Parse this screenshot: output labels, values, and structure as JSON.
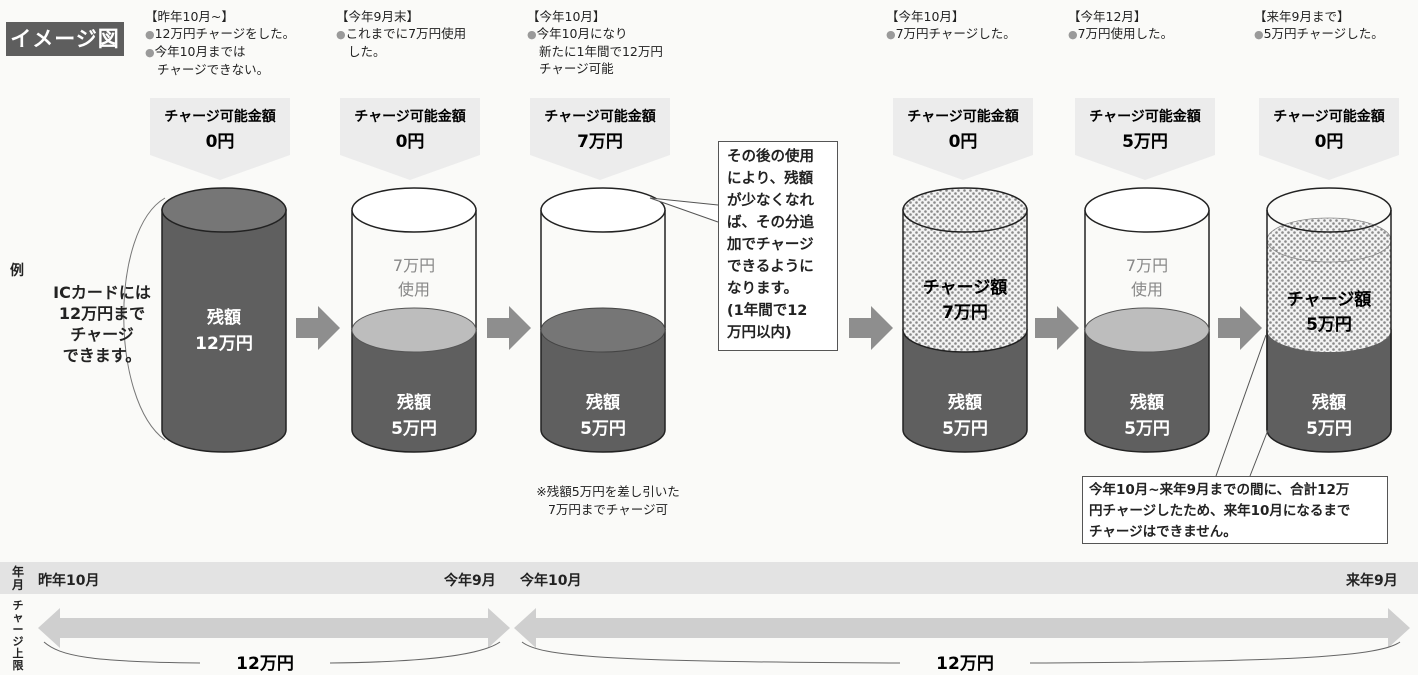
{
  "badge": "イメージ図",
  "side_label": "例",
  "ic_note": [
    "ICカードには",
    "12万円まで",
    "チャージ",
    "できます。"
  ],
  "stages": [
    {
      "title": "【昨年10月~】",
      "bullets": [
        [
          "12万円チャージをした。"
        ],
        [
          "今年10月までは",
          "チャージできない。"
        ]
      ],
      "tag_label": "チャージ可能金額",
      "tag_value": "0円",
      "fill": "full",
      "balance_label": "残額",
      "balance_value": "12万円"
    },
    {
      "title": "【今年9月末】",
      "bullets": [
        [
          "これまでに7万円使用",
          "した。"
        ]
      ],
      "tag_label": "チャージ可能金額",
      "tag_value": "0円",
      "fill": "used",
      "used_label": "7万円",
      "used_sub": "使用",
      "balance_label": "残額",
      "balance_value": "5万円"
    },
    {
      "title": "【今年10月】",
      "bullets": [
        [
          "今年10月になり",
          "新たに1年間で12万円",
          "チャージ可能"
        ]
      ],
      "tag_label": "チャージ可能金額",
      "tag_value": "7万円",
      "fill": "empty",
      "balance_label": "残額",
      "balance_value": "5万円"
    },
    {
      "title": "【今年10月】",
      "bullets": [
        [
          "7万円チャージした。"
        ]
      ],
      "tag_label": "チャージ可能金額",
      "tag_value": "0円",
      "fill": "charged",
      "charge_label": "チャージ額",
      "charge_value": "7万円",
      "balance_label": "残額",
      "balance_value": "5万円"
    },
    {
      "title": "【今年12月】",
      "bullets": [
        [
          "7万円使用した。"
        ]
      ],
      "tag_label": "チャージ可能金額",
      "tag_value": "5万円",
      "fill": "used",
      "used_label": "7万円",
      "used_sub": "使用",
      "balance_label": "残額",
      "balance_value": "5万円"
    },
    {
      "title": "【来年9月まで】",
      "bullets": [
        [
          "5万円チャージした。"
        ]
      ],
      "tag_label": "チャージ可能金額",
      "tag_value": "0円",
      "fill": "charged_partial",
      "charge_label": "チャージ額",
      "charge_value": "5万円",
      "balance_label": "残額",
      "balance_value": "5万円"
    }
  ],
  "callout_after_use": [
    "その後の使用",
    "により、残額",
    "が少なくなれ",
    "ば、その分追",
    "加でチャージ",
    "できるように",
    "なります。",
    "(1年間で12",
    "万円以内)"
  ],
  "note_stage3": [
    "※残額5万円を差し引いた",
    "7万円までチャージ可"
  ],
  "callout_final": [
    "今年10月~来年9月までの間に、合計12万",
    "円チャージしたため、来年10月になるまで",
    "チャージはできません。"
  ],
  "timeline": {
    "row_label": "年月",
    "ticks": [
      "昨年10月",
      "今年9月",
      "今年10月",
      "来年9月"
    ],
    "cap_label": "チャージ上限",
    "spans": [
      "12万円",
      "12万円"
    ]
  },
  "colors": {
    "dark": "#5f5f5f",
    "light_used": "#bdbdbd",
    "dot": "#8a8a8a",
    "arrow": "#8e8e8e",
    "band": "#e3e3e3"
  }
}
